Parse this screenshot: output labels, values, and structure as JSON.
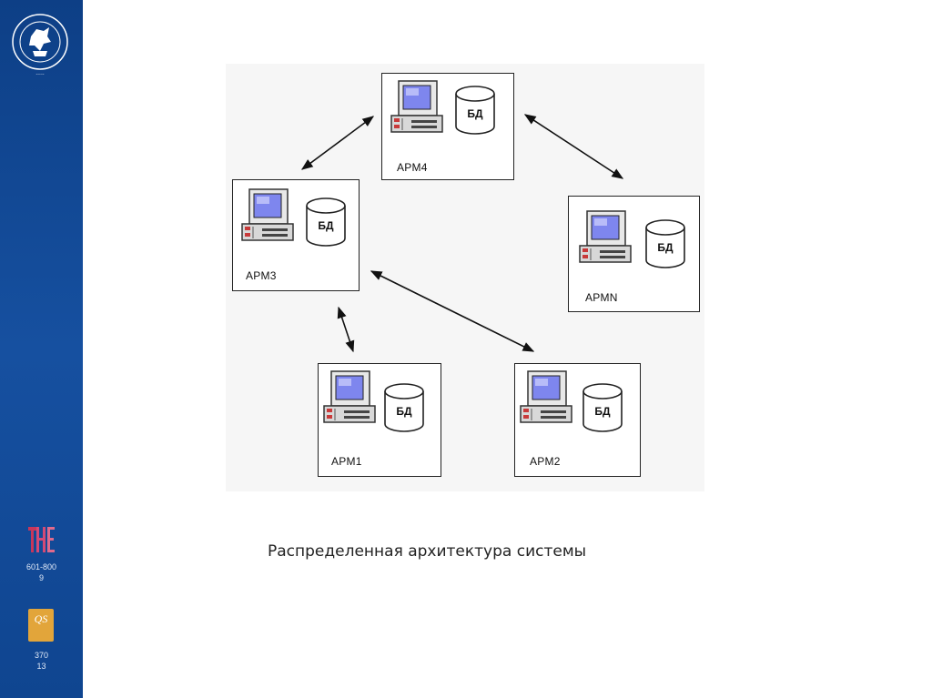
{
  "sidebar": {
    "logo_icon": "university-emblem-icon",
    "the_ranking": {
      "icon": "the-logo-icon",
      "line1": "601-800",
      "line2": "9"
    },
    "qs_ranking": {
      "icon": "qs-logo-icon",
      "logo_text": "QS",
      "line1": "370",
      "line2": "13"
    }
  },
  "diagram": {
    "nodes": [
      {
        "id": "arm4",
        "label": "АРМ4",
        "db": "БД"
      },
      {
        "id": "arm3",
        "label": "АРМ3",
        "db": "БД"
      },
      {
        "id": "armn",
        "label": "АРМN",
        "db": "БД"
      },
      {
        "id": "arm1",
        "label": "АРМ1",
        "db": "БД"
      },
      {
        "id": "arm2",
        "label": "АРМ2",
        "db": "БД"
      }
    ],
    "connections": [
      [
        "arm3",
        "arm4"
      ],
      [
        "arm4",
        "armn"
      ],
      [
        "arm3",
        "arm2"
      ],
      [
        "arm3",
        "arm1"
      ]
    ]
  },
  "caption": "Распределенная архитектура системы",
  "colors": {
    "sidebar": "#1650a0",
    "screen": "#7e86ee"
  }
}
